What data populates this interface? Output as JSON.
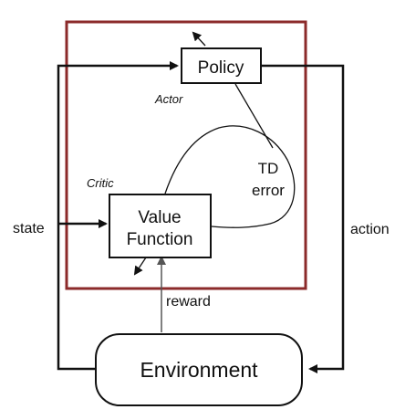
{
  "diagram": {
    "agent_frame_color": "#8b2a2a",
    "line_color": "#111111",
    "feedback_line_color": "#555555",
    "nodes": {
      "policy": "Policy",
      "value_function": [
        "Value",
        "Function"
      ],
      "environment": "Environment"
    },
    "labels": {
      "actor": "Actor",
      "critic": "Critic",
      "td_error": [
        "TD",
        "error"
      ],
      "state": "state",
      "action": "action",
      "reward": "reward"
    }
  }
}
